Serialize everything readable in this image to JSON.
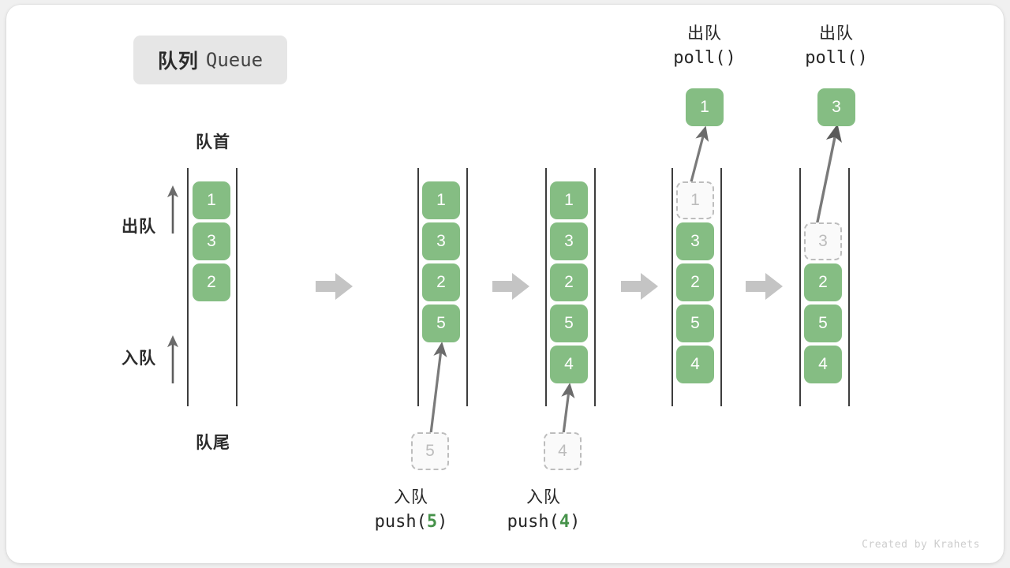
{
  "card": {
    "background": "#ffffff",
    "page_background": "#f0f0f0"
  },
  "title": {
    "cn": "队列",
    "en": "Queue"
  },
  "colors": {
    "element_green": "#85bd83",
    "ghost_border": "#bdbdbd",
    "ghost_text": "#bcbcbc",
    "rail": "#3d3d3d",
    "step_arrow": "#c4c4c4",
    "code_number": "#46924a",
    "text": "#262626",
    "credit": "#cdcdcd"
  },
  "labels": {
    "head": "队首",
    "tail": "队尾",
    "dequeue": "出队",
    "enqueue": "入队"
  },
  "credit": "Created by Krahets",
  "chart_data": {
    "type": "diagram",
    "title": "队列 Queue",
    "columns": [
      {
        "id": "initial",
        "cells": [
          {
            "value": "1",
            "state": "filled"
          },
          {
            "value": "3",
            "state": "filled"
          },
          {
            "value": "2",
            "state": "filled"
          }
        ],
        "head_label": "队首",
        "tail_label": "队尾",
        "side_labels": [
          "出队",
          "入队"
        ]
      },
      {
        "id": "after-push-5",
        "cells": [
          {
            "value": "1",
            "state": "filled"
          },
          {
            "value": "3",
            "state": "filled"
          },
          {
            "value": "2",
            "state": "filled"
          },
          {
            "value": "5",
            "state": "filled"
          }
        ],
        "incoming": {
          "value": "5",
          "state": "ghost"
        },
        "op_cn": "入队",
        "op_code_prefix": "push(",
        "op_code_num": "5",
        "op_code_suffix": ")"
      },
      {
        "id": "after-push-4",
        "cells": [
          {
            "value": "1",
            "state": "filled"
          },
          {
            "value": "3",
            "state": "filled"
          },
          {
            "value": "2",
            "state": "filled"
          },
          {
            "value": "5",
            "state": "filled"
          },
          {
            "value": "4",
            "state": "filled"
          }
        ],
        "incoming": {
          "value": "4",
          "state": "ghost"
        },
        "op_cn": "入队",
        "op_code_prefix": "push(",
        "op_code_num": "4",
        "op_code_suffix": ")"
      },
      {
        "id": "after-poll-1",
        "cells": [
          {
            "value": "1",
            "state": "ghost"
          },
          {
            "value": "3",
            "state": "filled"
          },
          {
            "value": "2",
            "state": "filled"
          },
          {
            "value": "5",
            "state": "filled"
          },
          {
            "value": "4",
            "state": "filled"
          }
        ],
        "outgoing": {
          "value": "1",
          "state": "filled"
        },
        "op_cn": "出队",
        "op_code": "poll()"
      },
      {
        "id": "after-poll-3",
        "cells": [
          {
            "value": "",
            "state": "empty"
          },
          {
            "value": "3",
            "state": "ghost"
          },
          {
            "value": "2",
            "state": "filled"
          },
          {
            "value": "5",
            "state": "filled"
          },
          {
            "value": "4",
            "state": "filled"
          }
        ],
        "outgoing": {
          "value": "3",
          "state": "filled"
        },
        "op_cn": "出队",
        "op_code": "poll()"
      }
    ],
    "step_arrows": 4
  }
}
